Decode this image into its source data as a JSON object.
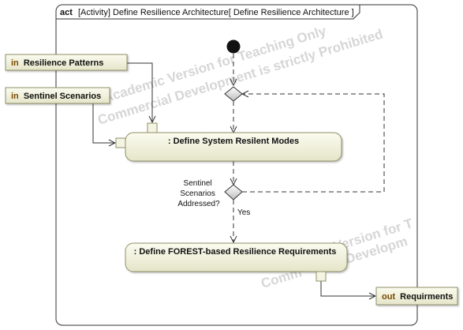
{
  "frame": {
    "keyword": "act",
    "title": "[Activity] Define Resilience Architecture[ Define Resilience Architecture ]"
  },
  "parameters": {
    "in_patterns": {
      "direction": "in",
      "name": "Resilience Patterns"
    },
    "in_scenarios": {
      "direction": "in",
      "name": "Sentinel Scenarios"
    },
    "out_requirements": {
      "direction": "out",
      "name": "Requirments"
    }
  },
  "actions": {
    "modes": ": Define System Resilent Modes",
    "requirements": ": Define FOREST-based Resilience Requirements"
  },
  "decision": {
    "question": [
      "Sentinel",
      "Scenarios",
      "Addressed?"
    ],
    "yes_guard": "Yes"
  },
  "watermarks": {
    "line1": "Academic Version for Teaching Only",
    "line2": "Commercial Development is strictly Prohibited",
    "line3": "Version for T",
    "line4": "Developm",
    "line5": "Comm"
  },
  "colors": {
    "action_fill": "#efefd8",
    "action_stroke": "#8f8f6a",
    "pin_fill": "#f4f4e2",
    "line": "#333333"
  }
}
